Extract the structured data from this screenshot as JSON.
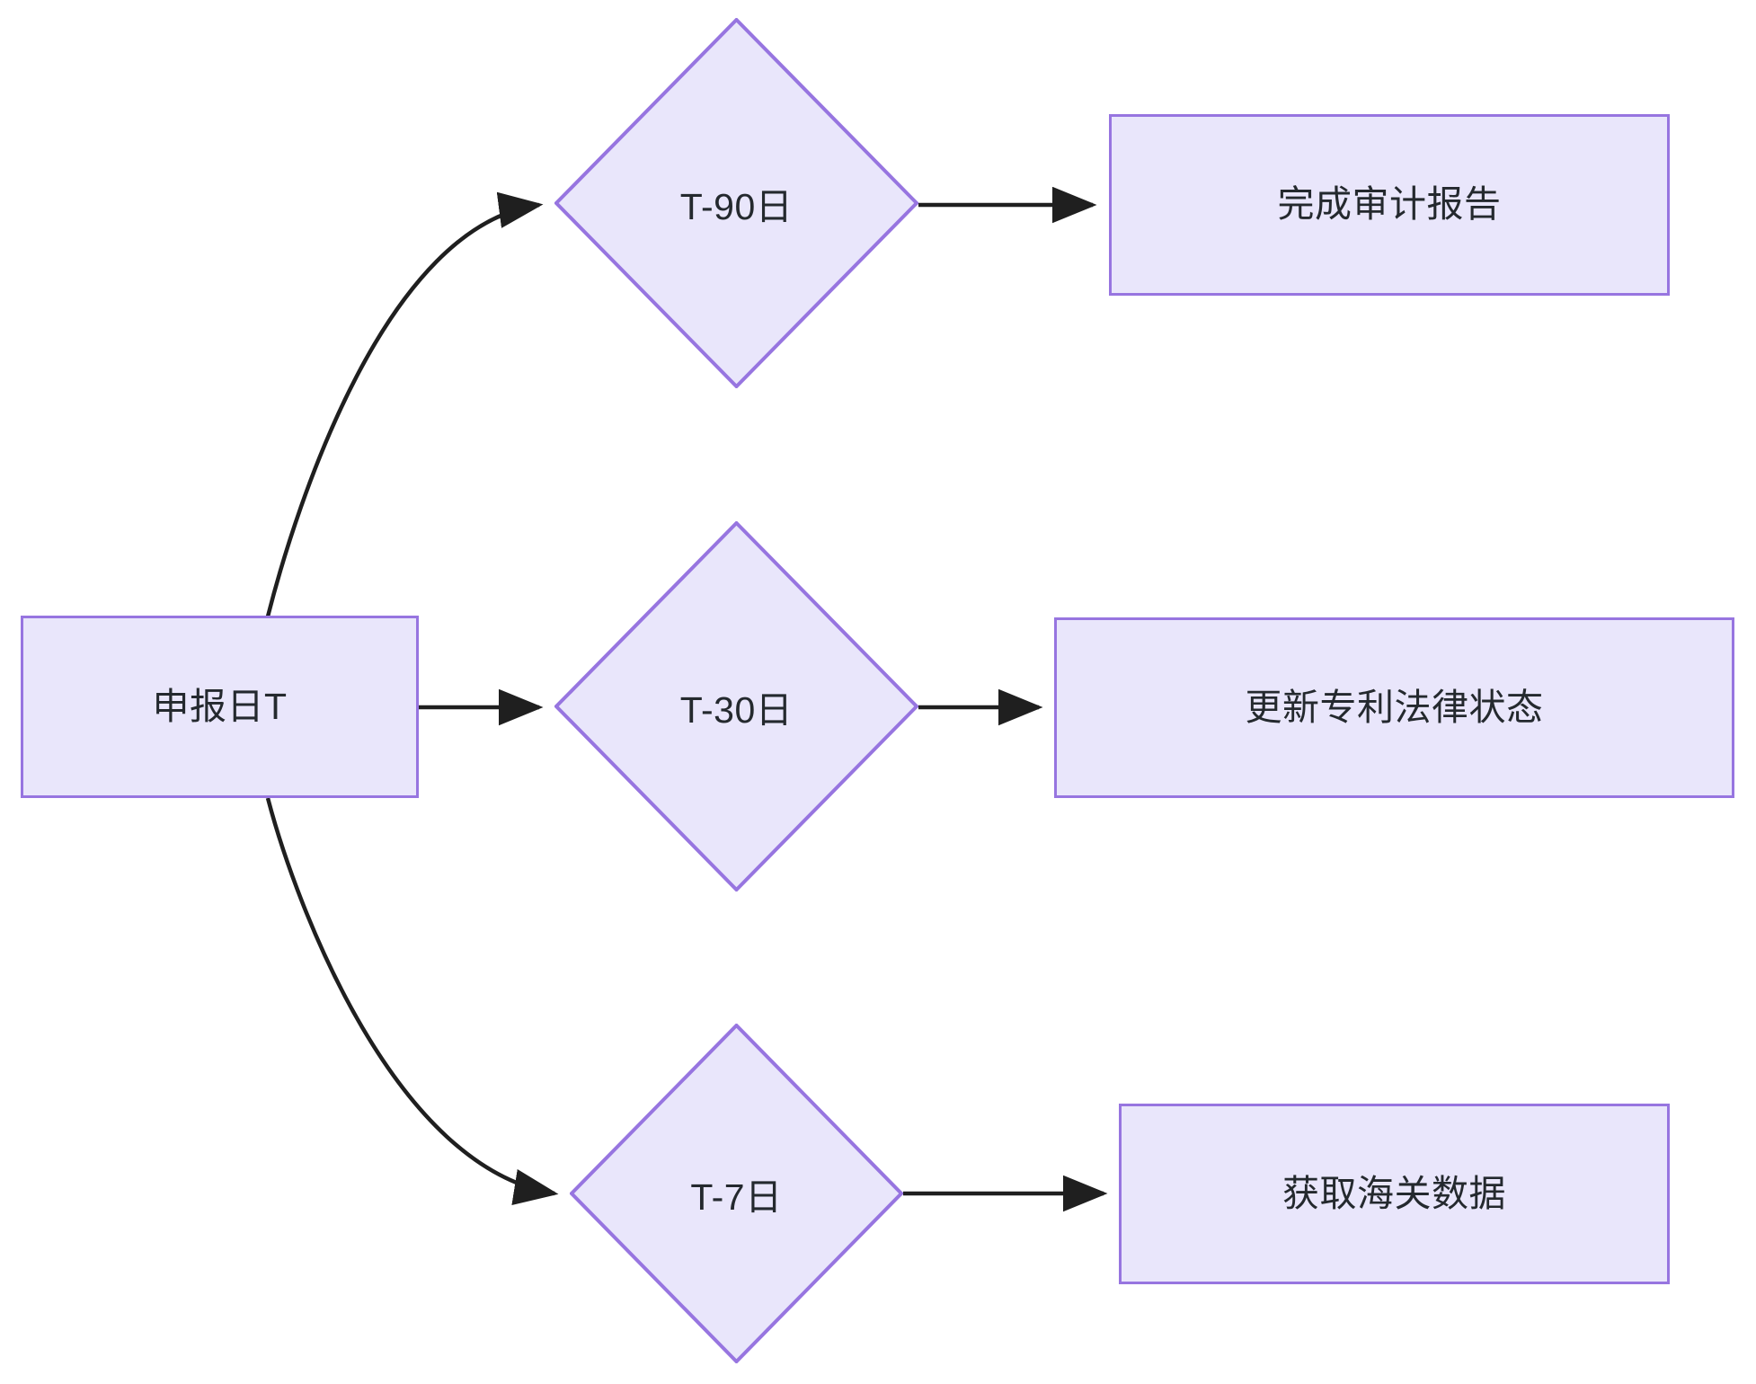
{
  "diagram": {
    "type": "flowchart",
    "orientation": "left-to-right",
    "background_color": "#ffffff",
    "node_fill_color": "#e9e6fb",
    "node_border_color": "#9775e0",
    "edge_color": "#1f1f1f",
    "text_color": "#24292e",
    "nodes": [
      {
        "id": "n0",
        "label": "申报日T",
        "shape": "rectangle"
      },
      {
        "id": "n1",
        "label": "T-90日",
        "shape": "diamond"
      },
      {
        "id": "n2",
        "label": "完成审计报告",
        "shape": "rectangle"
      },
      {
        "id": "n3",
        "label": "T-30日",
        "shape": "diamond"
      },
      {
        "id": "n4",
        "label": "更新专利法律状态",
        "shape": "rectangle"
      },
      {
        "id": "n5",
        "label": "T-7日",
        "shape": "diamond"
      },
      {
        "id": "n6",
        "label": "获取海关数据",
        "shape": "rectangle"
      }
    ],
    "edges": [
      {
        "from": "n0",
        "to": "n1",
        "style": "curved",
        "arrow": "end"
      },
      {
        "from": "n1",
        "to": "n2",
        "style": "straight",
        "arrow": "end"
      },
      {
        "from": "n0",
        "to": "n3",
        "style": "straight",
        "arrow": "end"
      },
      {
        "from": "n3",
        "to": "n4",
        "style": "straight",
        "arrow": "end"
      },
      {
        "from": "n0",
        "to": "n5",
        "style": "curved",
        "arrow": "end"
      },
      {
        "from": "n5",
        "to": "n6",
        "style": "straight",
        "arrow": "end"
      }
    ]
  }
}
